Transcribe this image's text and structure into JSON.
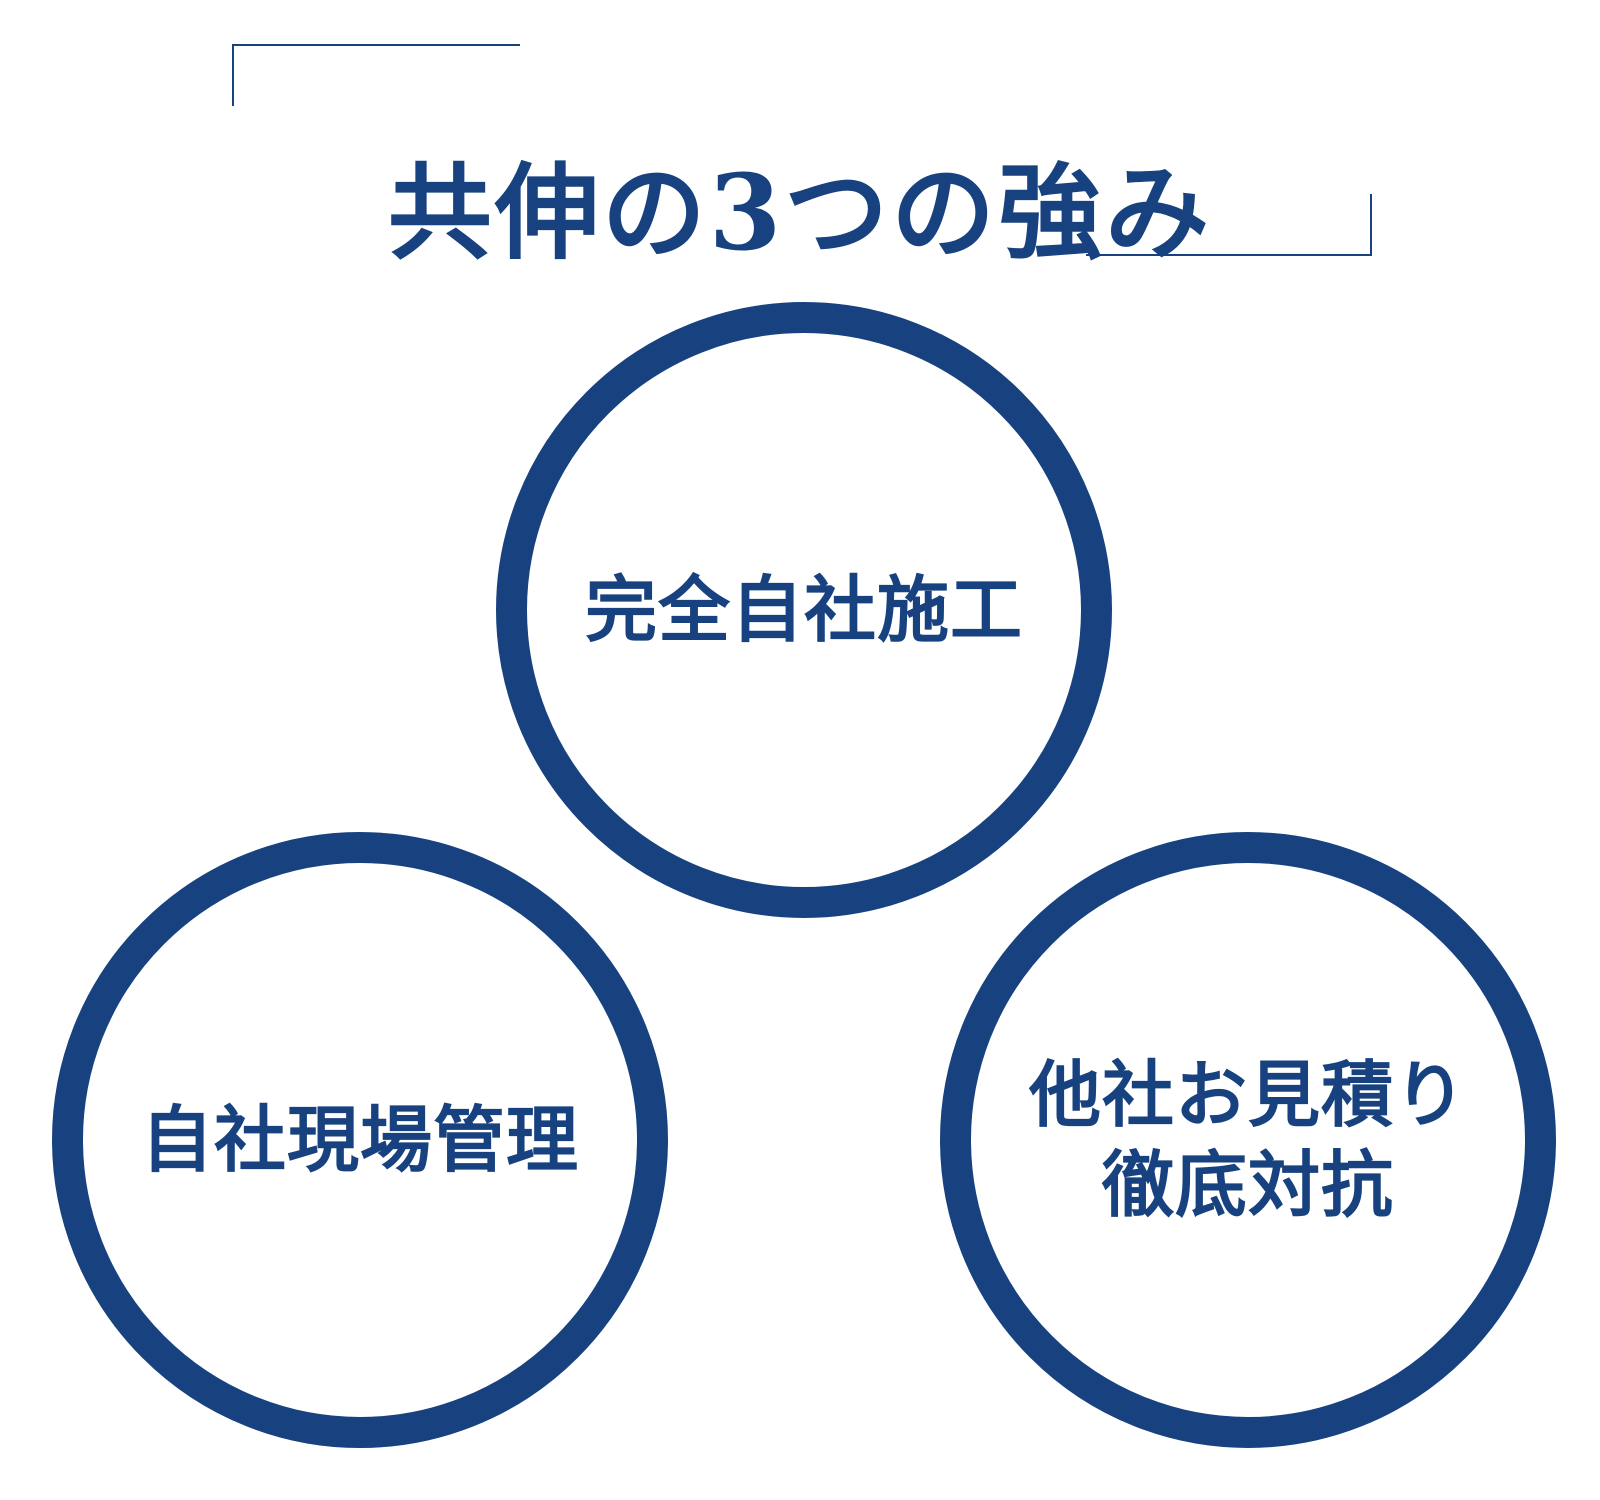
{
  "colors": {
    "primary": "#17427f",
    "background": "#ffffff"
  },
  "title": "共伸の3つの強み",
  "strengths": {
    "top": {
      "label": "完全自社施工"
    },
    "left": {
      "label": "自社現場管理"
    },
    "right": {
      "line1": "他社お見積り",
      "line2": "徹底対抗"
    }
  }
}
